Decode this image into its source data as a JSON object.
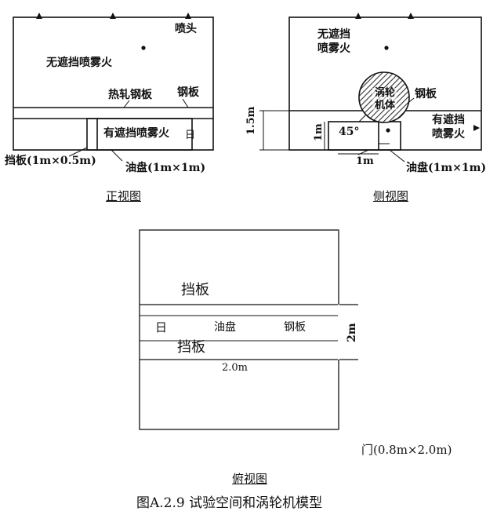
{
  "front_view": {
    "caption": "正视图",
    "nozzle_label": "喷头",
    "unshielded_fire_label": "无遮挡喷雾火",
    "hot_rolled_plate_label": "热轧钢板",
    "steel_plate_label": "钢板",
    "shielded_fire_label": "有遮挡喷雾火",
    "baffle_label": "挡板(1m×0.5m)",
    "oil_pan_label": "油盘(1m×1m)"
  },
  "side_view": {
    "caption": "侧视图",
    "unshielded_fire_line1": "无遮挡",
    "unshielded_fire_line2": "喷雾火",
    "turbine_line1": "涡轮",
    "turbine_line2": "机体",
    "steel_plate_label": "钢板",
    "shielded_fire_line1": "有遮挡",
    "shielded_fire_line2": "喷雾火",
    "dim_height": "1.5m",
    "dim_oil_height": "1m",
    "angle_label": "45°",
    "dim_width": "1m",
    "oil_pan_label": "油盘(1m×1m)"
  },
  "top_view": {
    "caption": "俯视图",
    "baffle_top_label": "挡板",
    "oil_pan_label": "油盘",
    "steel_plate_label": "钢板",
    "baffle_bottom_label": "挡板",
    "dim_2m": "2m",
    "dim_width": "2.0m",
    "door_label": "门(0.8m×2.0m)"
  },
  "figure_title": "图A.2.9   试验空间和涡轮机模型"
}
